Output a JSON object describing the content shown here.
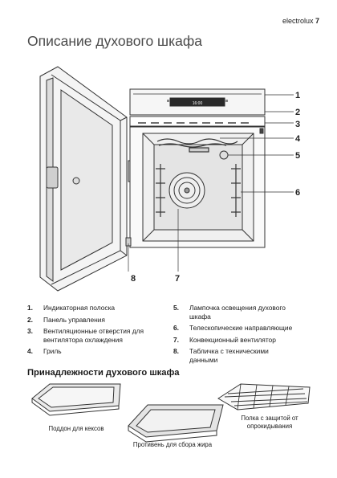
{
  "header": {
    "brand": "electrolux",
    "page": "7"
  },
  "title": "Описание духового шкафа",
  "callouts": [
    "1",
    "2",
    "3",
    "4",
    "5",
    "6",
    "7",
    "8"
  ],
  "display": {
    "time": "16:00"
  },
  "legend": [
    {
      "num": "1.",
      "text": "Индикаторная полоска"
    },
    {
      "num": "2.",
      "text": "Панель управления"
    },
    {
      "num": "3.",
      "text": "Вентиляционные отверстия для вентилятора охлаждения"
    },
    {
      "num": "4.",
      "text": "Гриль"
    },
    {
      "num": "5.",
      "text": "Лампочка освещения духового шкафа"
    },
    {
      "num": "6.",
      "text": "Телескопические направляющие"
    },
    {
      "num": "7.",
      "text": "Конвекционный вентилятор"
    },
    {
      "num": "8.",
      "text": "Табличка с техническими данными"
    }
  ],
  "accessories": {
    "title": "Принадлежности духового шкафа",
    "items": [
      {
        "caption": "Поддон для кексов"
      },
      {
        "caption": "Противень для сбора жира"
      },
      {
        "caption": "Полка с защитой от опрокидывания"
      }
    ]
  }
}
